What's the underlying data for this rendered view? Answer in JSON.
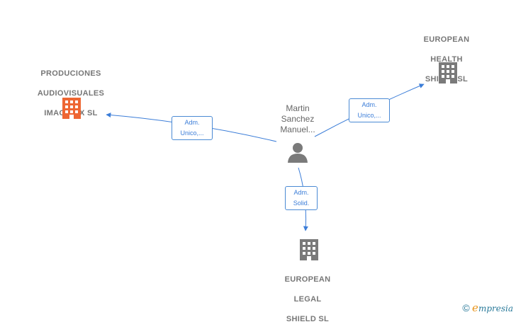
{
  "colors": {
    "edge": "#3b7dd8",
    "highlight": "#ee6633",
    "building": "#7a7a7a",
    "person": "#7a7a7a"
  },
  "person": {
    "name_lines": [
      "Martin",
      "Sanchez",
      "Manuel..."
    ],
    "icon": "person-icon"
  },
  "companies": [
    {
      "id": "produciones",
      "name_lines": [
        "PRODUCIONES",
        "AUDIOVISUALES",
        "IMAGINAX  SL"
      ],
      "icon": "building-icon",
      "highlight": true
    },
    {
      "id": "health",
      "name_lines": [
        "EUROPEAN",
        "HEALTH",
        "SHIELD  SL"
      ],
      "icon": "building-icon",
      "highlight": false
    },
    {
      "id": "legal",
      "name_lines": [
        "EUROPEAN",
        "LEGAL",
        "SHIELD  SL"
      ],
      "icon": "building-icon",
      "highlight": false
    }
  ],
  "edges": [
    {
      "to": "produciones",
      "label_lines": [
        "Adm.",
        "Unico,..."
      ]
    },
    {
      "to": "health",
      "label_lines": [
        "Adm.",
        "Unico,..."
      ]
    },
    {
      "to": "legal",
      "label_lines": [
        "Adm.",
        "Solid."
      ]
    }
  ],
  "brand": {
    "copyright": "©",
    "e": "e",
    "rest": "mpresia"
  }
}
